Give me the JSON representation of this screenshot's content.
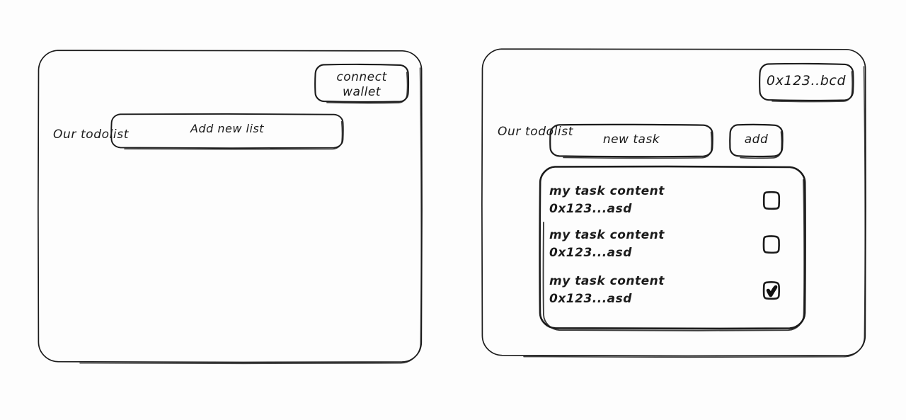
{
  "screen": {
    "background_color": "#fdfdfd",
    "stroke_color": "#1b1b1b",
    "style": "hand-drawn wireframe"
  },
  "panels": [
    {
      "name": "disconnected-state",
      "title": "Our todolist",
      "wallet_button": {
        "line1": "connect",
        "line2": "wallet"
      },
      "add_list_field": {
        "value": "Add new list",
        "placeholder": "Add new list"
      }
    },
    {
      "name": "connected-state",
      "title": "Our todolist",
      "wallet_badge": {
        "address": "0x123..bcd"
      },
      "new_task_field": {
        "value": "new task",
        "placeholder": "new task"
      },
      "add_button": {
        "label": "add"
      },
      "tasks": [
        {
          "content": "my task content",
          "address": "0x123...asd",
          "checked": false,
          "check_glyph": ""
        },
        {
          "content": "my task content",
          "address": "0x123...asd",
          "checked": false,
          "check_glyph": ""
        },
        {
          "content": "my task content",
          "address": "0x123...asd",
          "checked": true,
          "check_glyph": "check-mark"
        }
      ]
    }
  ]
}
